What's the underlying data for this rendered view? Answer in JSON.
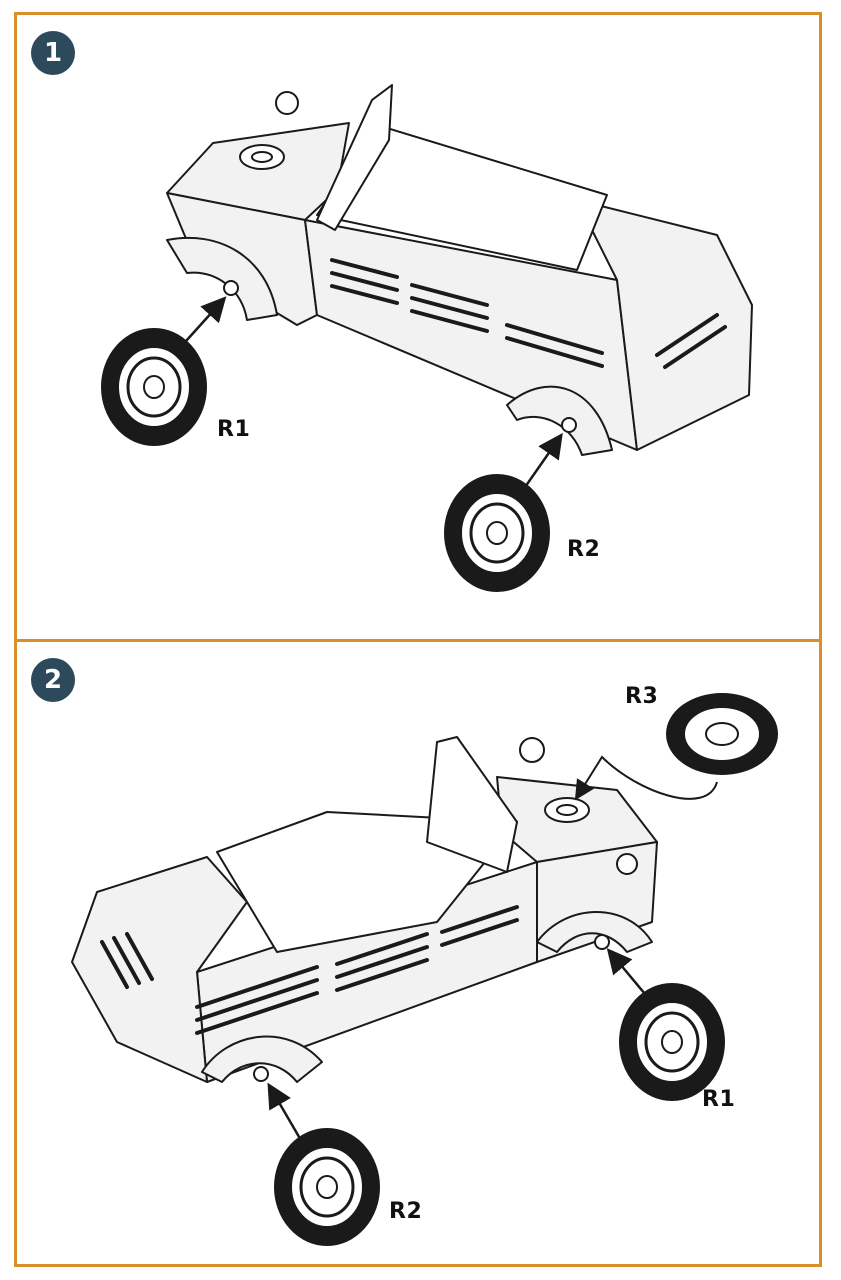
{
  "colors": {
    "frame": "#d9902b",
    "badge": "#2c4a5c",
    "line": "#1a1a1a",
    "body_fill": "#f2f2f2"
  },
  "steps": [
    {
      "number": "1",
      "parts": [
        {
          "label": "R1"
        },
        {
          "label": "R2"
        }
      ]
    },
    {
      "number": "2",
      "parts": [
        {
          "label": "R3"
        },
        {
          "label": "R1"
        },
        {
          "label": "R2"
        }
      ]
    }
  ]
}
